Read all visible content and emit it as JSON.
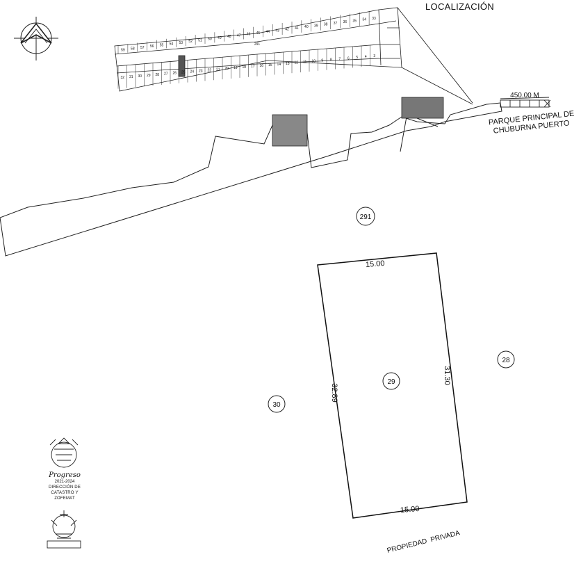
{
  "title": "LOCALIZACIÓN",
  "location_map": {
    "scale_label": "450.00 M",
    "park_label_line1": "PARQUE PRINCIPAL DE",
    "park_label_line2": "CHUBURNA PUERTO",
    "lot_291_label": "291",
    "top_row_lots": [
      "33",
      "34",
      "35",
      "36",
      "37",
      "38",
      "39",
      "40",
      "41",
      "42",
      "43",
      "44",
      "45",
      "46",
      "47",
      "48",
      "49",
      "50",
      "51",
      "52",
      "53",
      "54",
      "55",
      "56",
      "57",
      "58",
      "59"
    ],
    "bottom_row_lots": [
      "3",
      "4",
      "5",
      "6",
      "7",
      "8",
      "9",
      "10",
      "11",
      "12",
      "13",
      "14",
      "15",
      "16",
      "17",
      "18",
      "19",
      "20",
      "21",
      "22",
      "23",
      "24",
      "25",
      "26",
      "27",
      "28",
      "29",
      "30",
      "31",
      "32"
    ]
  },
  "plot": {
    "lot_number": "29",
    "block_number": "291",
    "north_side": "15.00",
    "south_side": "15.00",
    "east_side": "31.30",
    "west_side": "32.89",
    "east_neighbor": "28",
    "west_neighbor": "30",
    "south_neighbor": "PROPIEDAD  PRIVADA"
  },
  "stamp": {
    "line1": "Progreso",
    "line2": "2021-2024",
    "line3": "DIRECCIÓN DE",
    "line4": "CATASTRO Y ZOFEMAT"
  }
}
